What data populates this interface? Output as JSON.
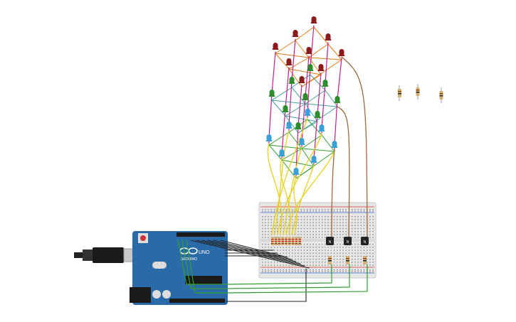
{
  "arduino": {
    "logo_text": "UNO",
    "brand_text": "ARDUINO"
  },
  "transistors": [
    {
      "label": "N"
    },
    {
      "label": "N"
    },
    {
      "label": "N"
    }
  ],
  "colors": {
    "board": "#2a6aa8",
    "breadboard": "#e8e8e8",
    "led_red": "#8b1a1a",
    "led_green": "#2e8b2e",
    "led_blue": "#3aa0d8",
    "wire_yellow": "#e8d020",
    "wire_magenta": "#c0208c",
    "wire_orange": "#e07a10",
    "wire_teal": "#40a0a0",
    "wire_green": "#30a030",
    "wire_black": "#222222",
    "wire_brown": "#9a6a40"
  }
}
